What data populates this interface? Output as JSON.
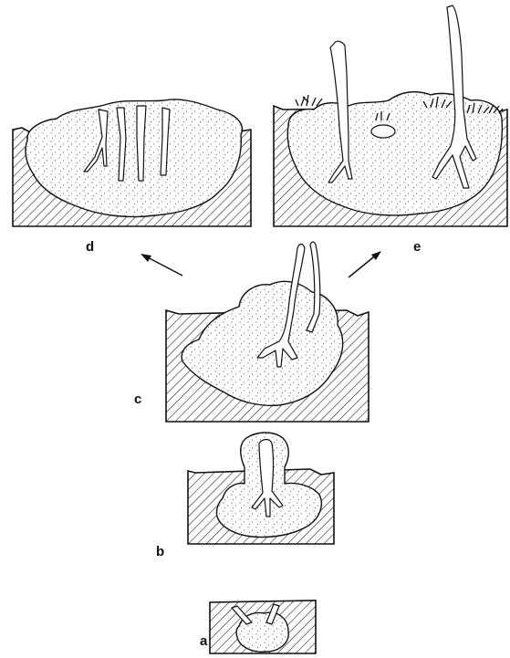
{
  "figure": {
    "panels": [
      {
        "id": "a",
        "label": "a"
      },
      {
        "id": "b",
        "label": "b"
      },
      {
        "id": "c",
        "label": "c"
      },
      {
        "id": "d",
        "label": "d"
      },
      {
        "id": "e",
        "label": "e"
      }
    ],
    "colors": {
      "ink": "#111111",
      "paper": "#ffffff"
    }
  }
}
